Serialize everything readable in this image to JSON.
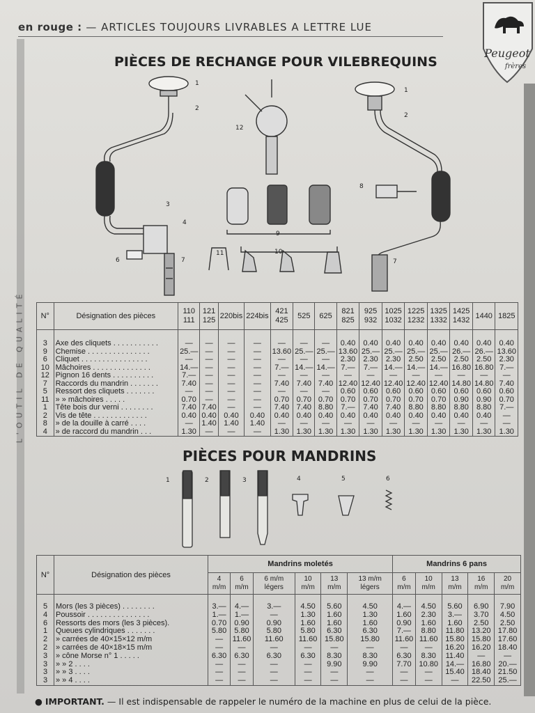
{
  "header": {
    "lead": "en rouge :",
    "text": "— ARTICLES TOUJOURS LIVRABLES A LETTRE LUE",
    "side_text": "L'OUTIL DE QUALITÉ",
    "logo_text": "Peugeot frères"
  },
  "section1": {
    "title": "PIÈCES DE RECHANGE POUR VILEBREQUINS",
    "callouts": [
      "1",
      "2",
      "12",
      "1",
      "2",
      "3",
      "4",
      "8",
      "6",
      "7",
      "9",
      "7",
      "11",
      "10"
    ],
    "table": {
      "col_no": "N°",
      "col_designation": "Désignation des pièces",
      "columns": [
        [
          "110",
          "111"
        ],
        [
          "121",
          "125"
        ],
        [
          "220bis",
          ""
        ],
        [
          "224bis",
          ""
        ],
        [
          "421",
          "425"
        ],
        [
          "525",
          ""
        ],
        [
          "625",
          ""
        ],
        [
          "821",
          "825"
        ],
        [
          "925",
          "932"
        ],
        [
          "1025",
          "1032"
        ],
        [
          "1225",
          "1232"
        ],
        [
          "1325",
          "1332"
        ],
        [
          "1425",
          "1432"
        ],
        [
          "1440",
          ""
        ],
        [
          "1825",
          ""
        ]
      ],
      "rows": [
        {
          "no": "3",
          "label": "Axe des cliquets . . . . . . . . . . .",
          "vals": [
            "—",
            "—",
            "—",
            "—",
            "—",
            "—",
            "—",
            "0.40",
            "0.40",
            "0.40",
            "0.40",
            "0.40",
            "0.40",
            "0.40",
            "0.40"
          ]
        },
        {
          "no": "9",
          "label": "Chemise . . . . . . . . . . . . . . .",
          "vals": [
            "25.—",
            "—",
            "—",
            "—",
            "13.60",
            "25.—",
            "25.—",
            "13.60",
            "25.—",
            "25.—",
            "25.—",
            "25.—",
            "26.—",
            "26.—",
            "13.60"
          ]
        },
        {
          "no": "6",
          "label": "Cliquet . . . . . . . . . . . . . . . .",
          "vals": [
            "—",
            "—",
            "—",
            "—",
            "—",
            "—",
            "—",
            "2.30",
            "2.30",
            "2.30",
            "2.50",
            "2.50",
            "2.50",
            "2.50",
            "2.30"
          ]
        },
        {
          "no": "10",
          "label": "Mâchoires . . . . . . . . . . . . . .",
          "vals": [
            "14.—",
            "—",
            "—",
            "—",
            "7.—",
            "14.—",
            "14.—",
            "7.—",
            "7.—",
            "14.—",
            "14.—",
            "14.—",
            "16.80",
            "16.80",
            "7.—"
          ]
        },
        {
          "no": "12",
          "label": "Pignon 16 dents . . . . . . . . . .",
          "vals": [
            "7.—",
            "—",
            "—",
            "—",
            "—",
            "—",
            "—",
            "—",
            "—",
            "—",
            "—",
            "—",
            "—",
            "—",
            "—"
          ]
        },
        {
          "no": "7",
          "label": "Raccords du mandrin . . . . . . .",
          "vals": [
            "7.40",
            "—",
            "—",
            "—",
            "7.40",
            "7.40",
            "7.40",
            "12.40",
            "12.40",
            "12.40",
            "12.40",
            "12.40",
            "14.80",
            "14.80",
            "7.40"
          ]
        },
        {
          "no": "5",
          "label": "Ressort des cliquets . . . . . . .",
          "vals": [
            "—",
            "—",
            "—",
            "—",
            "—",
            "—",
            "—",
            "0.60",
            "0.60",
            "0.60",
            "0.60",
            "0.60",
            "0.60",
            "0.60",
            "0.60"
          ]
        },
        {
          "no": "11",
          "label": "»      »   mâchoires . . . . .",
          "vals": [
            "0.70",
            "—",
            "—",
            "—",
            "0.70",
            "0.70",
            "0.70",
            "0.70",
            "0.70",
            "0.70",
            "0.70",
            "0.70",
            "0.90",
            "0.90",
            "0.70"
          ]
        },
        {
          "no": "1",
          "label": "Tête bois dur verni . . . . . . . .",
          "vals": [
            "7.40",
            "7.40",
            "—",
            "—",
            "7.40",
            "7.40",
            "8.80",
            "7.—",
            "7.40",
            "7.40",
            "8.80",
            "8.80",
            "8.80",
            "8.80",
            "7.—"
          ]
        },
        {
          "no": "2",
          "label": "Vis de tête . . . . . . . . . . . . .",
          "vals": [
            "0.40",
            "0.40",
            "0.40",
            "0.40",
            "0.40",
            "0.40",
            "0.40",
            "0.40",
            "0.40",
            "0.40",
            "0.40",
            "0.40",
            "0.40",
            "0.40",
            "—"
          ]
        },
        {
          "no": "8",
          "label": "»  de la douille à carré . . . .",
          "vals": [
            "—",
            "1.40",
            "1.40",
            "1.40",
            "—",
            "—",
            "—",
            "—",
            "—",
            "—",
            "—",
            "—",
            "—",
            "—",
            "—"
          ]
        },
        {
          "no": "4",
          "label": "»  de raccord du mandrin . . .",
          "vals": [
            "1.30",
            "—",
            "—",
            "—",
            "1.30",
            "1.30",
            "1.30",
            "1.30",
            "1.30",
            "1.30",
            "1.30",
            "1.30",
            "1.30",
            "1.30",
            "1.30"
          ]
        }
      ]
    }
  },
  "section2": {
    "title": "PIÈCES POUR MANDRINS",
    "callouts": [
      "1",
      "2",
      "3",
      "4",
      "5",
      "6"
    ],
    "table": {
      "col_no": "N°",
      "col_designation": "Désignation des pièces",
      "group1": "Mandrins moletés",
      "group2": "Mandrins 6 pans",
      "columns": [
        "4 m/m",
        "6 m/m",
        "6 m/m légers",
        "10 m/m",
        "13 m/m",
        "13 m/m légers",
        "6 m/m",
        "10 m/m",
        "13 m/m",
        "16 m/m",
        "20 m/m"
      ],
      "rows": [
        {
          "no": "5",
          "label": "Mors (les 3 pièces) . . . . . . . .",
          "vals": [
            "3.—",
            "4.—",
            "3.—",
            "4.50",
            "5.60",
            "4.50",
            "4.—",
            "4.50",
            "5.60",
            "6.90",
            "7.90"
          ]
        },
        {
          "no": "4",
          "label": "Poussoir . . . . . . . . . . . . . . .",
          "vals": [
            "1.—",
            "1.—",
            "—",
            "1.30",
            "1.60",
            "1.30",
            "1.60",
            "2.30",
            "3.—",
            "3.70",
            "4.50"
          ]
        },
        {
          "no": "6",
          "label": "Ressorts des mors (les 3 pièces).",
          "vals": [
            "0.70",
            "0.90",
            "0.90",
            "1.60",
            "1.60",
            "1.60",
            "0.90",
            "1.60",
            "1.60",
            "2.50",
            "2.50"
          ]
        },
        {
          "no": "1",
          "label": "Queues cylindriques . . . . . . .",
          "vals": [
            "5.80",
            "5.80",
            "5.80",
            "5.80",
            "6.30",
            "6.30",
            "7.—",
            "8.80",
            "11.80",
            "13.20",
            "17.80"
          ]
        },
        {
          "no": "2",
          "label": "»    carrées de 40×15×12 m/m",
          "vals": [
            "—",
            "11.60",
            "11.60",
            "11.60",
            "15.80",
            "15.80",
            "11.60",
            "11.60",
            "15.80",
            "15.80",
            "17.60"
          ]
        },
        {
          "no": "2",
          "label": "»    carrées de 40×18×15 m/m",
          "vals": [
            "—",
            "—",
            "—",
            "—",
            "—",
            "—",
            "—",
            "—",
            "16.20",
            "16.20",
            "18.40"
          ]
        },
        {
          "no": "3",
          "label": "»    cône Morse n° 1 . . . . .",
          "vals": [
            "6.30",
            "6.30",
            "6.30",
            "6.30",
            "8.30",
            "8.30",
            "6.30",
            "8.30",
            "11.40",
            "—",
            "—"
          ]
        },
        {
          "no": "3",
          "label": "»          »      2 . . . .",
          "vals": [
            "—",
            "—",
            "—",
            "—",
            "9.90",
            "9.90",
            "7.70",
            "10.80",
            "14.—",
            "16.80",
            "20.—"
          ]
        },
        {
          "no": "3",
          "label": "»          »      3 . . . .",
          "vals": [
            "—",
            "—",
            "—",
            "—",
            "—",
            "—",
            "—",
            "—",
            "15.40",
            "18.40",
            "21.50"
          ]
        },
        {
          "no": "3",
          "label": "»          »      4 . . . .",
          "vals": [
            "—",
            "—",
            "—",
            "—",
            "—",
            "—",
            "—",
            "—",
            "—",
            "22.50",
            "25.—"
          ]
        }
      ]
    }
  },
  "footer": {
    "important_label": "IMPORTANT.",
    "important_text": "— Il est indispensable de rappeler le numéro de la machine en plus de celui de la pièce."
  }
}
